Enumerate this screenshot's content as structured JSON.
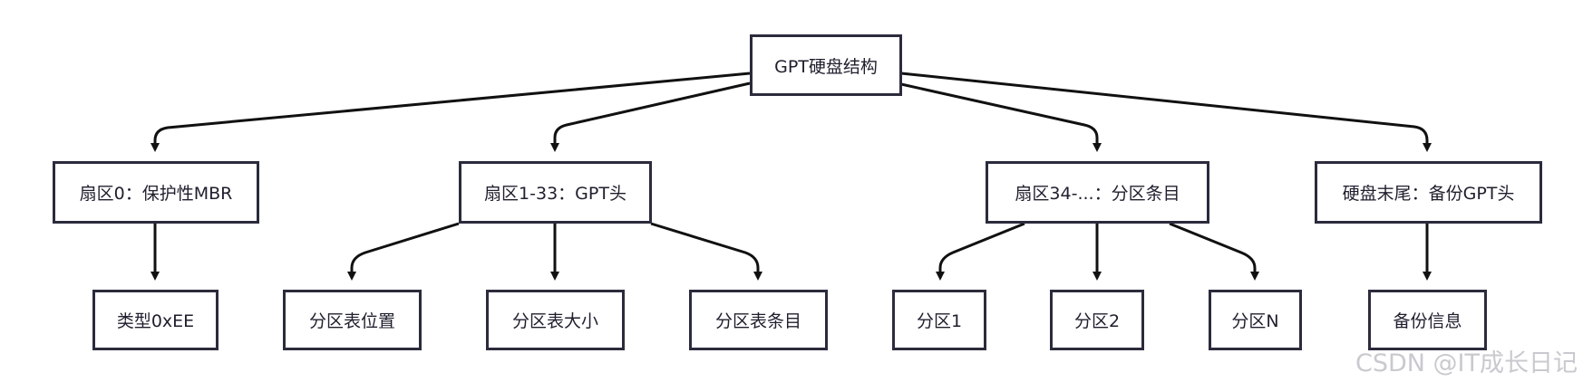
{
  "diagram": {
    "root": {
      "label": "GPT硬盘结构"
    },
    "level1": [
      {
        "label": "扇区0：保护性MBR"
      },
      {
        "label": "扇区1-33：GPT头"
      },
      {
        "label": "扇区34-...：分区条目"
      },
      {
        "label": "硬盘末尾：备份GPT头"
      }
    ],
    "level2": [
      {
        "label": "类型0xEE"
      },
      {
        "label": "分区表位置"
      },
      {
        "label": "分区表大小"
      },
      {
        "label": "分区表条目"
      },
      {
        "label": "分区1"
      },
      {
        "label": "分区2"
      },
      {
        "label": "分区N"
      },
      {
        "label": "备份信息"
      }
    ]
  },
  "watermark": "CSDN @IT成长日记",
  "colors": {
    "stroke": "#2b2b3d",
    "text": "#1f1f2e",
    "watermark": "#c9c9cf"
  }
}
